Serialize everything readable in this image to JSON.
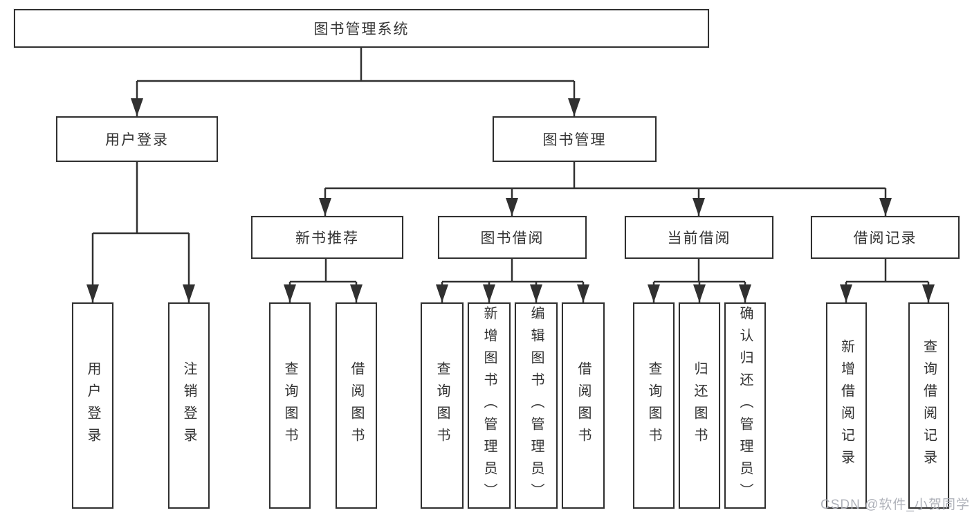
{
  "tree": {
    "label": "图书管理系统",
    "children": [
      {
        "label": "用户登录",
        "children": [
          {
            "label": "用户登录"
          },
          {
            "label": "注销登录"
          }
        ]
      },
      {
        "label": "图书管理",
        "children": [
          {
            "label": "新书推荐",
            "children": [
              {
                "label": "查询图书"
              },
              {
                "label": "借阅图书"
              }
            ]
          },
          {
            "label": "图书借阅",
            "children": [
              {
                "label": "查询图书"
              },
              {
                "label": "新增图书（管理员）"
              },
              {
                "label": "编辑图书（管理员）"
              },
              {
                "label": "借阅图书"
              }
            ]
          },
          {
            "label": "当前借阅",
            "children": [
              {
                "label": "查询图书"
              },
              {
                "label": "归还图书"
              },
              {
                "label": "确认归还（管理员）"
              }
            ]
          },
          {
            "label": "借阅记录",
            "children": [
              {
                "label": "新增借阅记录"
              },
              {
                "label": "查询借阅记录"
              }
            ]
          }
        ]
      }
    ]
  },
  "watermark": {
    "text": "CSDN @软件_小贺同学"
  },
  "colors": {
    "line": "#303030",
    "box_border": "#303030",
    "box_background": "#ffffff",
    "text": "#333333",
    "watermark": "#abaeb6"
  }
}
